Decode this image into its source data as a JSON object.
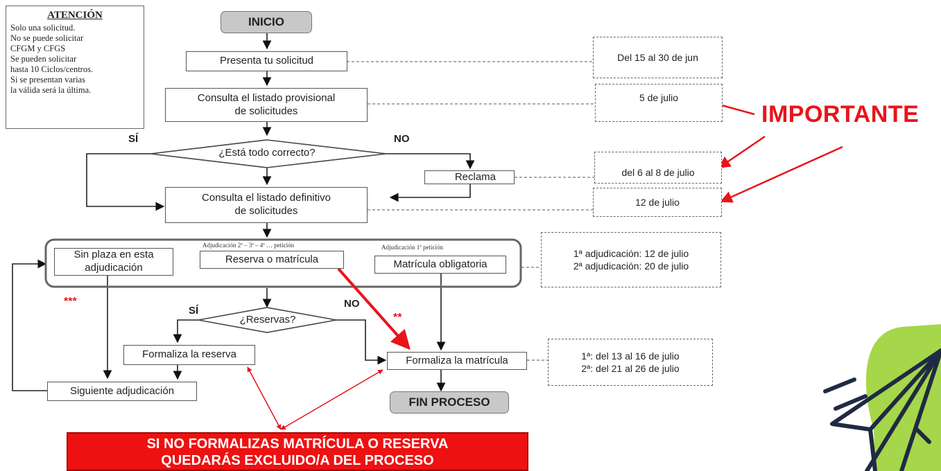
{
  "attention": {
    "title": "ATENCIÓN",
    "lines": [
      "Solo una solicitud.",
      "No se puede solicitar",
      "CFGM y CFGS",
      "Se pueden solicitar",
      "hasta 10 Ciclos/centros.",
      "Si se presentan varias",
      "la válida será la última."
    ]
  },
  "flow": {
    "start": "INICIO",
    "submit": "Presenta tu solicitud",
    "provisional": [
      "Consulta el listado provisional",
      "de solicitudes"
    ],
    "check": "¿Está todo correcto?",
    "yes": "SÍ",
    "no": "NO",
    "claim": "Reclama",
    "definitive": [
      "Consulta el listado definitivo",
      "de solicitudes"
    ],
    "assign_label_2": "Adjudicación 2ª – 3ª – 4ª … petición",
    "assign_label_1": "Adjudicación 1ª petición",
    "no_place": [
      "Sin plaza en esta",
      "adjudicación"
    ],
    "reserve_or_enroll": "Reserva o matrícula",
    "mandatory_enroll": "Matrícula obligatoria",
    "reserve_q": "¿Reservas?",
    "yes2": "SÍ",
    "no2": "NO",
    "formalize_reserve": "Formaliza la reserva",
    "formalize_enroll": "Formaliza la matrícula",
    "next_assign": "Siguiente adjudicación",
    "end": "FIN PROCESO",
    "stars3": "***",
    "stars2": "**"
  },
  "dates": {
    "submit": "Del 15 al 30 de jun",
    "provisional": "5 de julio",
    "claim": "del 6 al 8 de julio",
    "definitive": "12 de julio",
    "assign": [
      "1ª adjudicación: 12 de julio",
      "2ª adjudicación: 20 de julio"
    ],
    "enroll": [
      "1ª: del 13 al 16 de julio",
      "2ª: del 21 al 26 de julio"
    ]
  },
  "important": "IMPORTANTE",
  "warning": [
    "SI NO FORMALIZAS MATRÍCULA O RESERVA",
    "QUEDARÁS EXCLUIDO/A DEL PROCESO"
  ],
  "colors": {
    "accent_red": "#e8141b",
    "terminal_gray": "#c8c8c8",
    "deco_green": "#a6d64a",
    "deco_navy": "#1f2a44"
  }
}
